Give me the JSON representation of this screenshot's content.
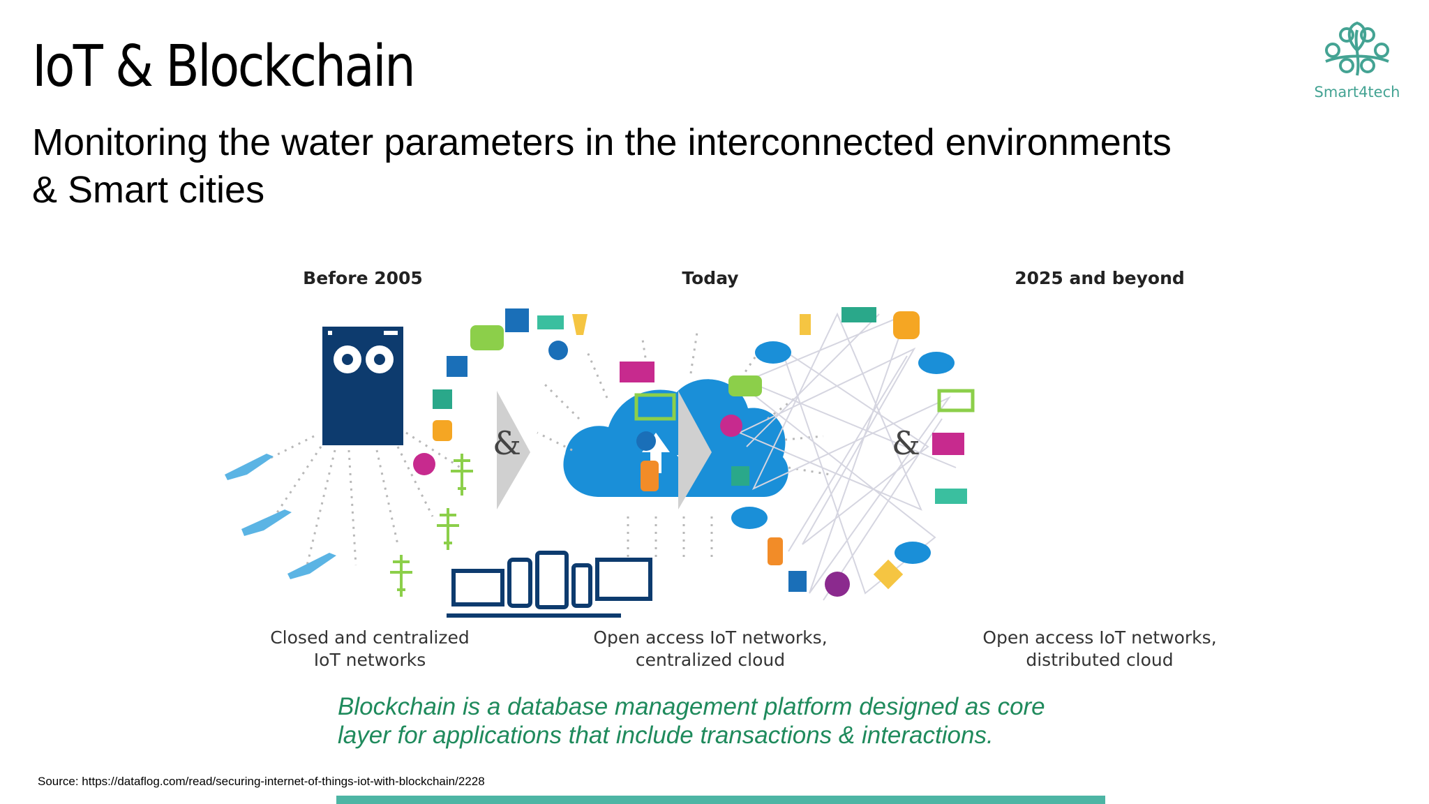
{
  "slide": {
    "title": "IoT & Blockchain",
    "subtitle_line1": "Monitoring the water parameters in the interconnected environments",
    "subtitle_line2": "& Smart cities",
    "logo_text": "Smart4tech",
    "note_line1": "Blockchain is a database management platform designed as core",
    "note_line2": "layer for applications that include transactions & interactions.",
    "source": "Source: https://dataflog.com/read/securing-internet-of-things-iot-with-blockchain/2228"
  },
  "diagram": {
    "columns": [
      {
        "title": "Before 2005",
        "caption_line1": "Closed and centralized",
        "caption_line2": "IoT networks"
      },
      {
        "title": "Today",
        "caption_line1": "Open access IoT networks,",
        "caption_line2": "centralized cloud"
      },
      {
        "title": "2025 and beyond",
        "caption_line1": "Open access IoT networks,",
        "caption_line2": "distributed cloud"
      }
    ],
    "ampersand": "&"
  },
  "colors": {
    "teal": "#44a393",
    "cloud_blue": "#1a8fd8",
    "navy": "#0d3b6e",
    "green_note": "#1f8a5c",
    "bar": "#4db5a4"
  }
}
